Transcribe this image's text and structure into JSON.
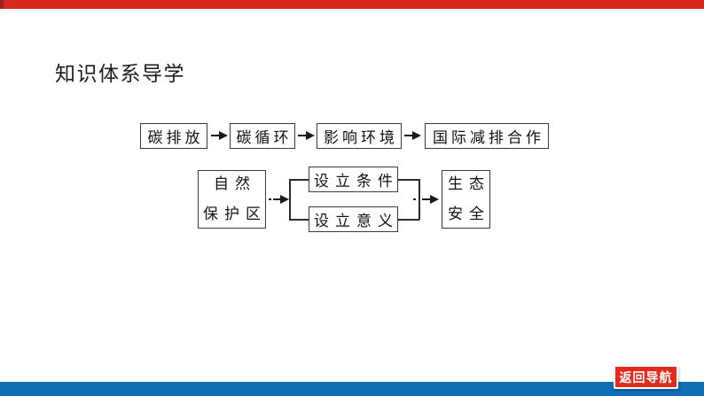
{
  "page": {
    "background": "#ffffff"
  },
  "header": {
    "bar_color": "#d7281d",
    "bar_accent_color": "#9e2318"
  },
  "footer": {
    "bar_color": "#0f6eb5"
  },
  "title": "知识体系导学",
  "flowchart": {
    "row1_boxes": [
      {
        "label": "碳排放"
      },
      {
        "label": "碳循环"
      },
      {
        "label": "影响环境"
      },
      {
        "label": "国际减排合作"
      }
    ],
    "row2": {
      "source_line1": "自然",
      "source_line2": "保护区",
      "branch_top": "设立条件",
      "branch_bottom": "设立意义",
      "target_line1": "生态",
      "target_line2": "安全"
    }
  },
  "nav_button": {
    "label": "返回导航",
    "bg_color": "#e12b1e",
    "text_color": "#ffffff"
  }
}
